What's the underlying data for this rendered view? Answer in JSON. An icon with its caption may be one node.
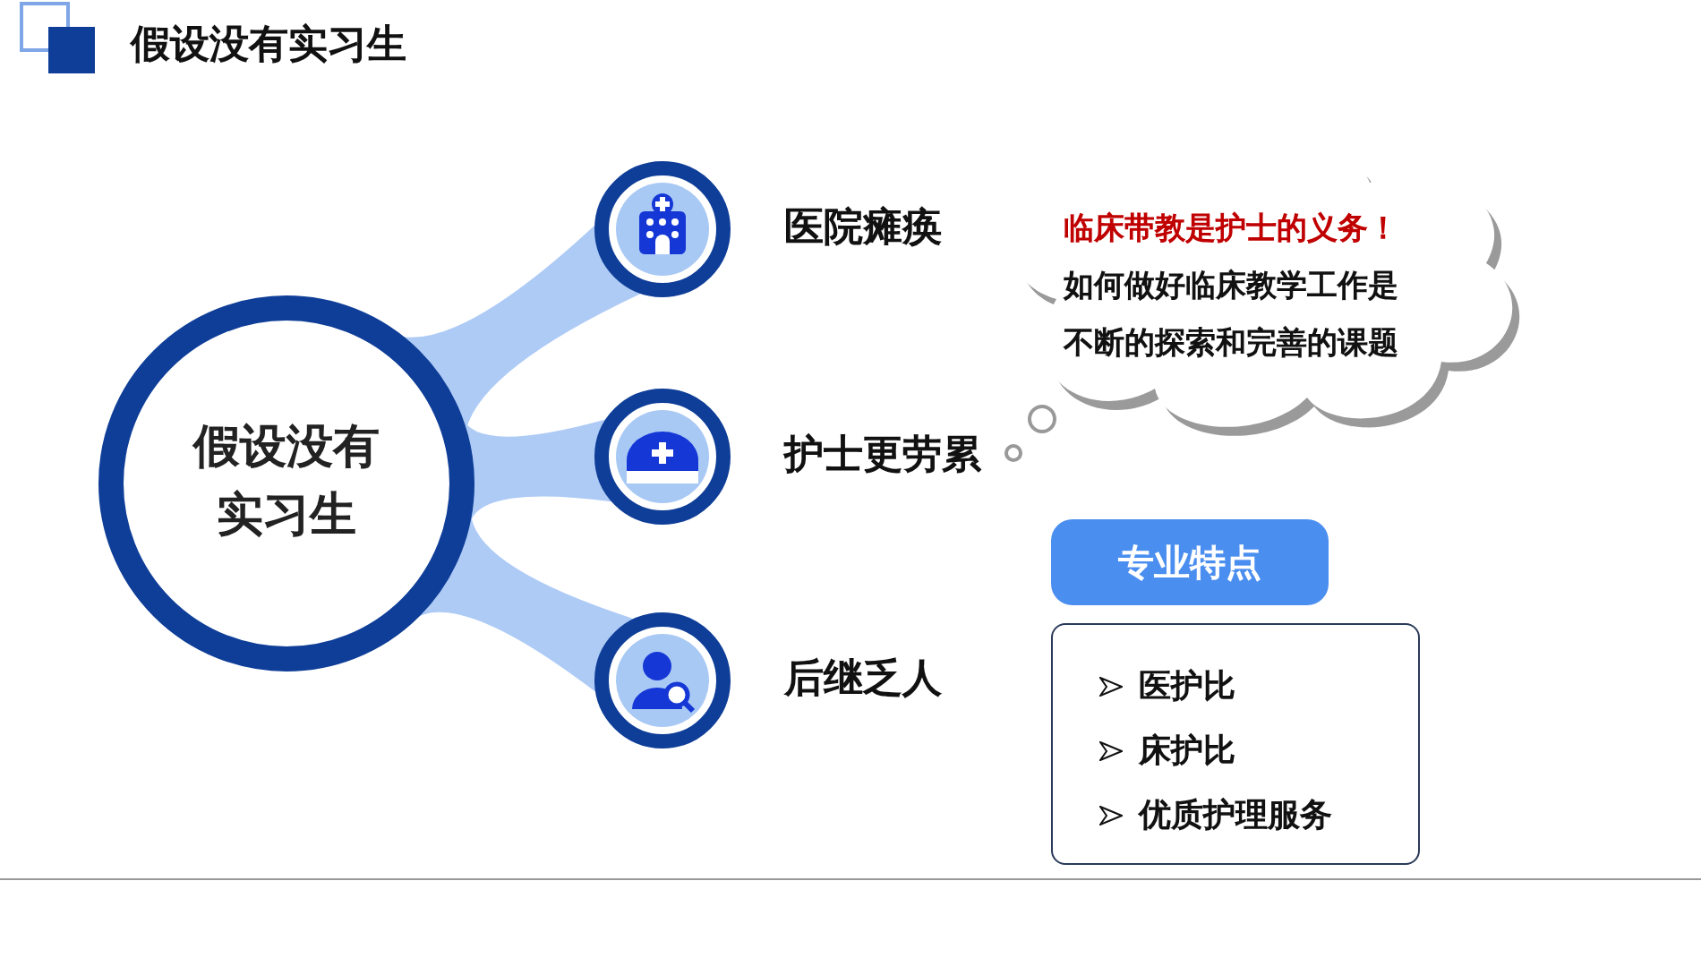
{
  "diagram": {
    "title": "假设没有实习生",
    "nodes": [
      {
        "text": [
          "假设没有实习生"
        ]
      },
      {
        "text": [
          "医院瘫痪"
        ]
      },
      {
        "text": [
          "护士更劳累"
        ]
      },
      {
        "text": [
          "后继乏人"
        ]
      },
      {
        "text": [
          "临床带教是护士的义务！",
          "如何做好临床教学工作是不断的探索和完善的课题"
        ]
      },
      {
        "text": [
          "专业特点"
        ]
      },
      {
        "text": [
          "医护比",
          "床护比",
          "优质护理服务"
        ]
      }
    ],
    "edges": [
      {
        "from": 0,
        "to": 1,
        "arrow": "none",
        "style": "thick",
        "color": "#aecbf6"
      },
      {
        "from": 0,
        "to": 2,
        "arrow": "none",
        "style": "thick",
        "color": "#aecbf6"
      },
      {
        "from": 0,
        "to": 3,
        "arrow": "none",
        "style": "thick",
        "color": "#aecbf6"
      }
    ]
  }
}
